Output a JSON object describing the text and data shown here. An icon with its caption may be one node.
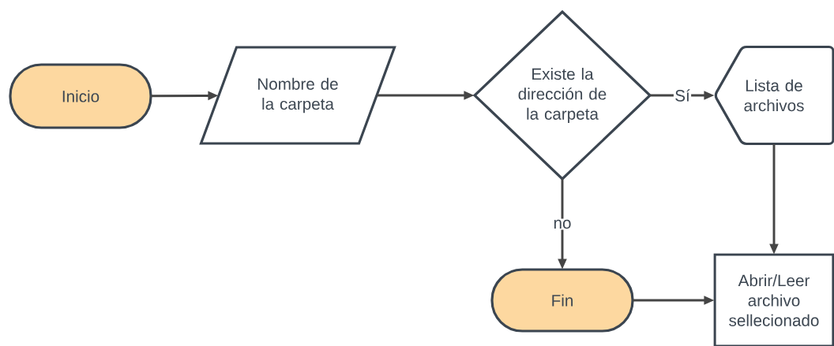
{
  "diagram": {
    "nodes": [
      {
        "text": [
          "Inicio"
        ]
      },
      {
        "text": [
          "Nombre de la carpeta"
        ]
      },
      {
        "text": [
          "Existe la dirección de la carpeta"
        ]
      },
      {
        "text": [
          "Lista de archivos"
        ]
      },
      {
        "text": [
          "Fin"
        ]
      },
      {
        "text": [
          "Abrir/Leer archivo sellecionado"
        ]
      }
    ],
    "edges": [
      {
        "from": 0,
        "to": 1,
        "arrow": "to"
      },
      {
        "from": 1,
        "to": 2,
        "arrow": "to"
      },
      {
        "from": 2,
        "to": 3,
        "arrow": "to",
        "label": "Sí"
      },
      {
        "from": 2,
        "to": 4,
        "arrow": "to",
        "label": "no"
      },
      {
        "from": 3,
        "to": 5,
        "arrow": "to"
      },
      {
        "from": 4,
        "to": 5,
        "arrow": "to"
      }
    ]
  }
}
